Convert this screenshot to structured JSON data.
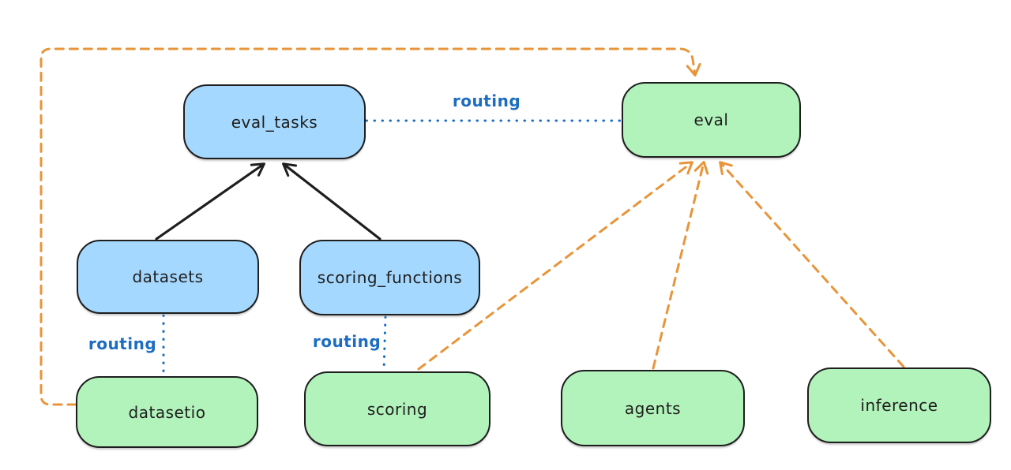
{
  "diagram": {
    "kind": "architecture-flow-diagram",
    "nodes": {
      "eval_tasks": {
        "label": "eval_tasks",
        "fill": "blue"
      },
      "eval": {
        "label": "eval",
        "fill": "green"
      },
      "datasets": {
        "label": "datasets",
        "fill": "blue"
      },
      "scoring_functions": {
        "label": "scoring_functions",
        "fill": "blue"
      },
      "datasetio": {
        "label": "datasetio",
        "fill": "green"
      },
      "scoring": {
        "label": "scoring",
        "fill": "green"
      },
      "agents": {
        "label": "agents",
        "fill": "green"
      },
      "inference": {
        "label": "inference",
        "fill": "green"
      }
    },
    "edges": [
      {
        "from": "eval_tasks",
        "to": "eval",
        "style": "dotted",
        "color": "blue",
        "label": "routing"
      },
      {
        "from": "datasets",
        "to": "datasetio",
        "style": "dotted",
        "color": "blue",
        "label": "routing"
      },
      {
        "from": "scoring_functions",
        "to": "scoring",
        "style": "dotted",
        "color": "blue",
        "label": "routing"
      },
      {
        "from": "datasets",
        "to": "eval_tasks",
        "style": "solid",
        "color": "black",
        "label": ""
      },
      {
        "from": "scoring_functions",
        "to": "eval_tasks",
        "style": "solid",
        "color": "black",
        "label": ""
      },
      {
        "from": "datasetio",
        "to": "eval",
        "style": "dashed",
        "color": "orange",
        "label": "",
        "route": "left-top-loop"
      },
      {
        "from": "scoring",
        "to": "eval",
        "style": "dashed",
        "color": "orange",
        "label": ""
      },
      {
        "from": "agents",
        "to": "eval",
        "style": "dashed",
        "color": "orange",
        "label": ""
      },
      {
        "from": "inference",
        "to": "eval",
        "style": "dashed",
        "color": "orange",
        "label": ""
      }
    ],
    "colors": {
      "blue_fill": "#a5d8ff",
      "green_fill": "#b2f2bb",
      "node_stroke": "#1e1e1e",
      "routing_blue": "#1c6dc2",
      "orange": "#e8953a",
      "background": "#ffffff"
    }
  }
}
